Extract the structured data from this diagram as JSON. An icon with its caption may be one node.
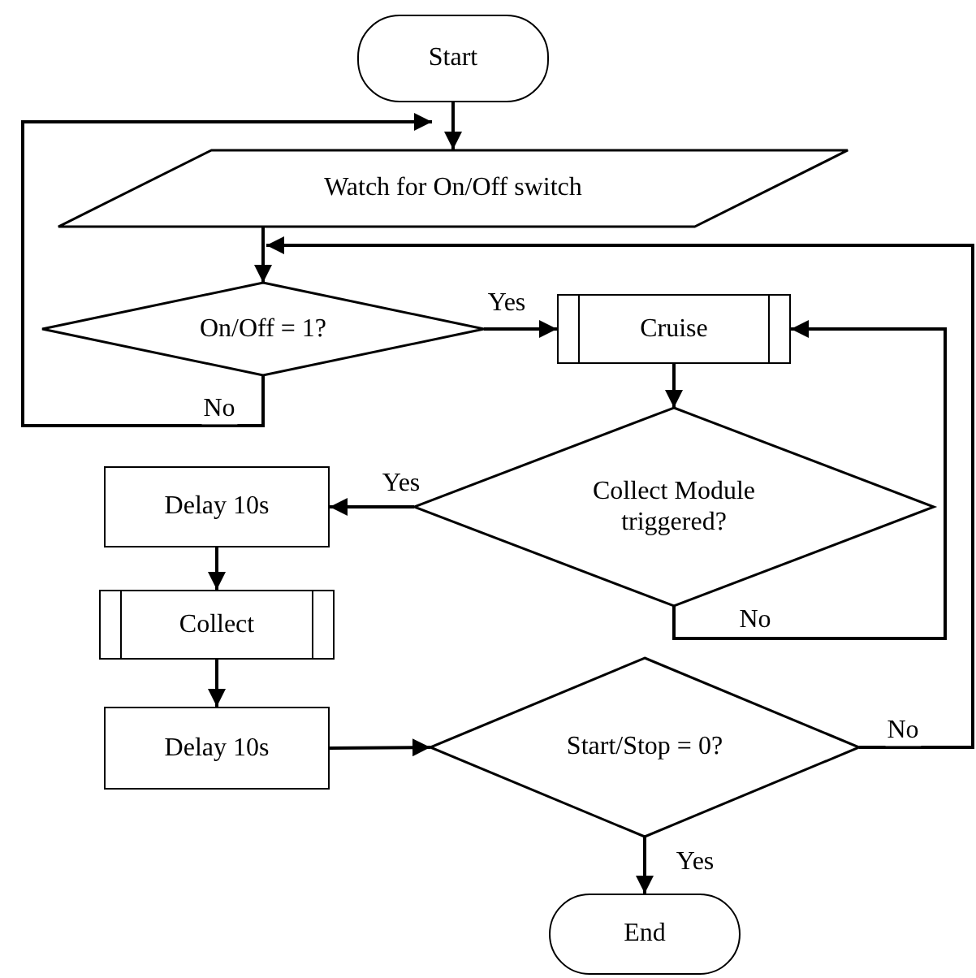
{
  "diagram": {
    "nodes": [
      {
        "text": [
          "Start"
        ]
      },
      {
        "text": [
          "Watch for On/Off switch"
        ]
      },
      {
        "text": [
          "On/Off = 1?"
        ]
      },
      {
        "text": [
          "Cruise"
        ]
      },
      {
        "text": [
          "Collect Module triggered?"
        ]
      },
      {
        "text": [
          "Delay 10s"
        ]
      },
      {
        "text": [
          "Collect"
        ]
      },
      {
        "text": [
          "Delay 10s"
        ]
      },
      {
        "text": [
          "Start/Stop = 0?"
        ]
      },
      {
        "text": [
          "End"
        ]
      }
    ],
    "edges": [
      {
        "from": 0,
        "to": 1,
        "arrow": "to"
      },
      {
        "from": 1,
        "to": 2,
        "arrow": "to"
      },
      {
        "from": 2,
        "to": 1,
        "arrow": "to",
        "label": "No"
      },
      {
        "from": 2,
        "to": 3,
        "arrow": "to",
        "label": "Yes"
      },
      {
        "from": 3,
        "to": 4,
        "arrow": "to"
      },
      {
        "from": 4,
        "to": 5,
        "arrow": "to",
        "label": "Yes"
      },
      {
        "from": 4,
        "to": 3,
        "arrow": "to",
        "label": "No"
      },
      {
        "from": 5,
        "to": 6,
        "arrow": "to"
      },
      {
        "from": 6,
        "to": 7,
        "arrow": "to"
      },
      {
        "from": 7,
        "to": 8,
        "arrow": "to"
      },
      {
        "from": 8,
        "to": 2,
        "arrow": "to",
        "label": "No"
      },
      {
        "from": 8,
        "to": 9,
        "arrow": "to",
        "label": "Yes"
      }
    ]
  }
}
